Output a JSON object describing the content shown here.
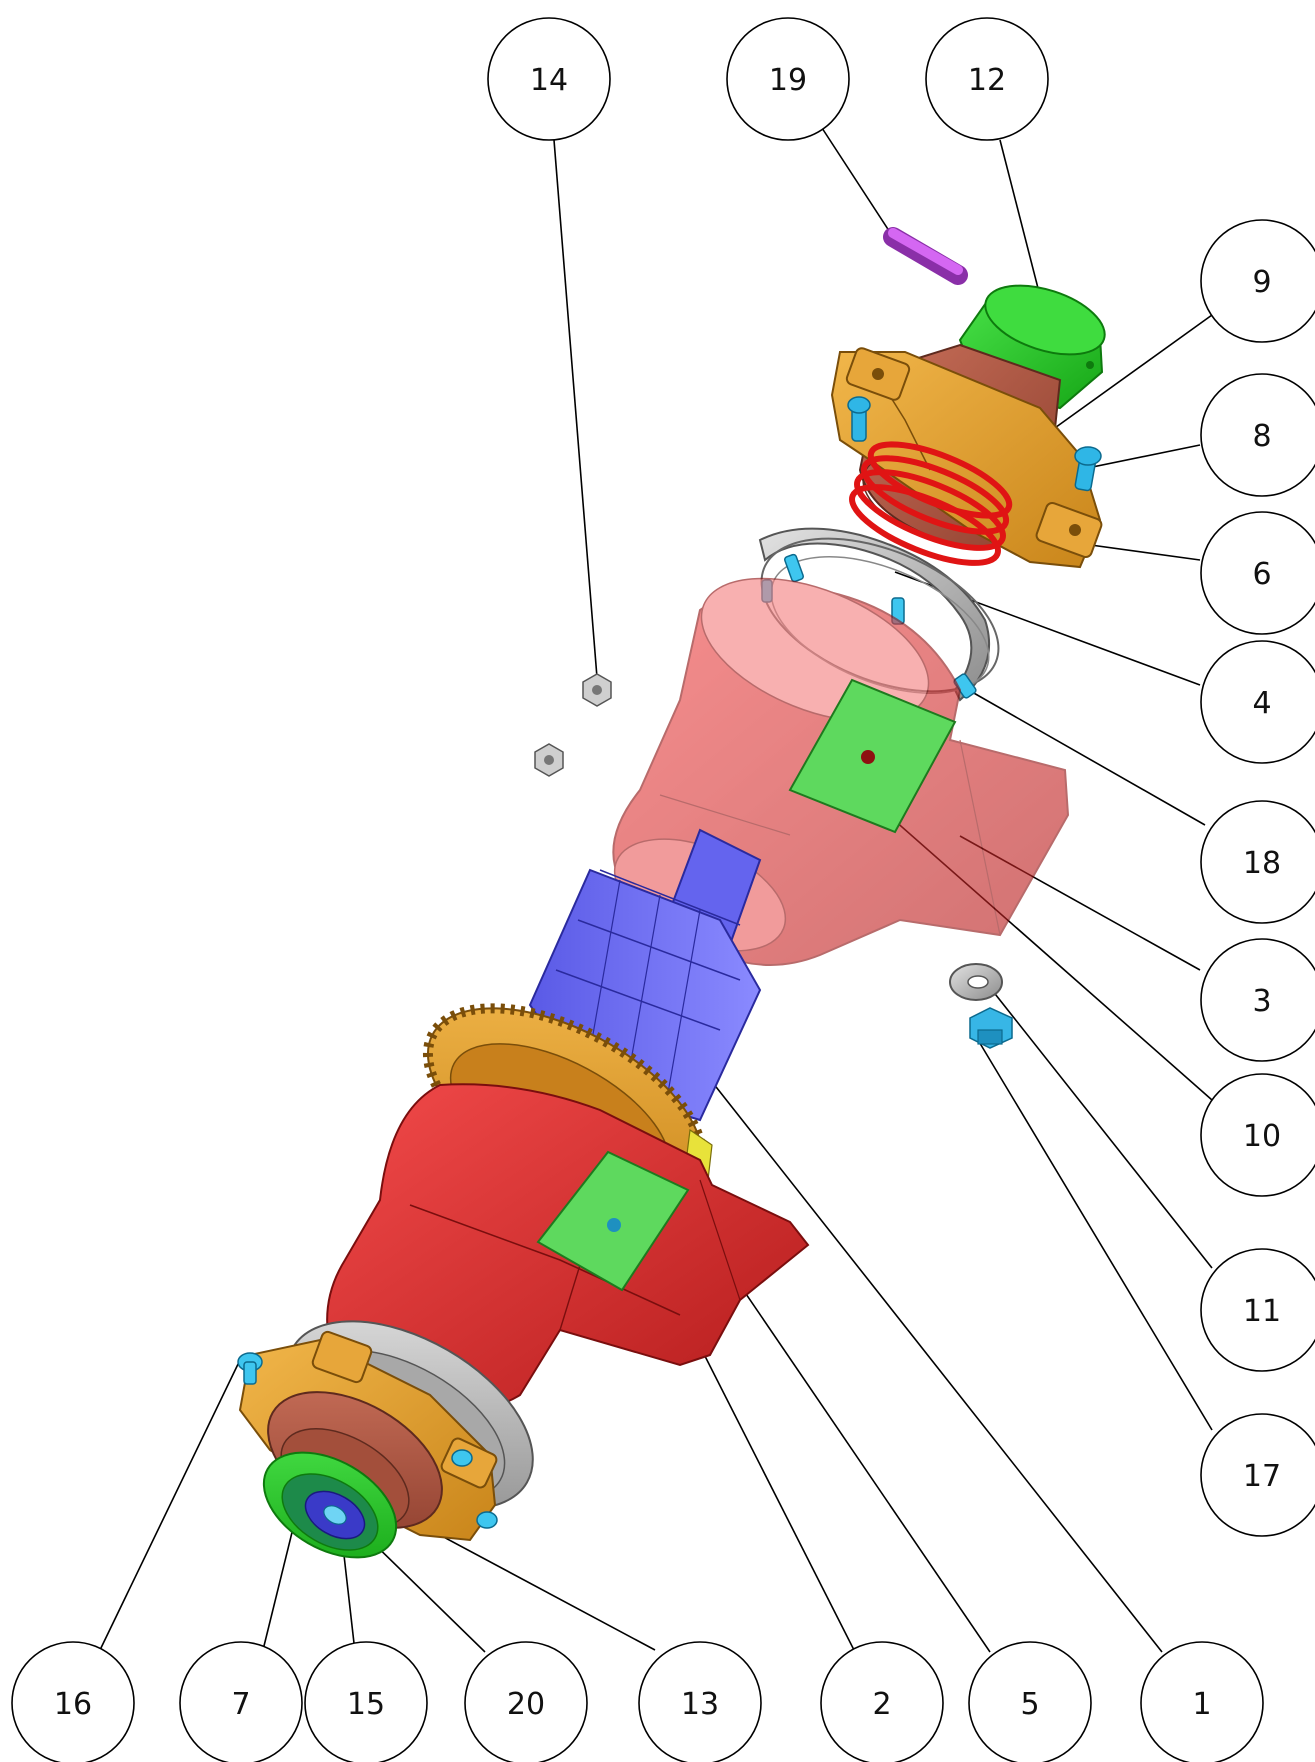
{
  "diagram": {
    "type": "exploded-assembly",
    "balloons": [
      {
        "label": "14"
      },
      {
        "label": "19"
      },
      {
        "label": "12"
      },
      {
        "label": "9"
      },
      {
        "label": "8"
      },
      {
        "label": "6"
      },
      {
        "label": "4"
      },
      {
        "label": "18"
      },
      {
        "label": "3"
      },
      {
        "label": "10"
      },
      {
        "label": "11"
      },
      {
        "label": "17"
      },
      {
        "label": "16"
      },
      {
        "label": "7"
      },
      {
        "label": "15"
      },
      {
        "label": "20"
      },
      {
        "label": "13"
      },
      {
        "label": "2"
      },
      {
        "label": "5"
      },
      {
        "label": "1"
      }
    ]
  }
}
